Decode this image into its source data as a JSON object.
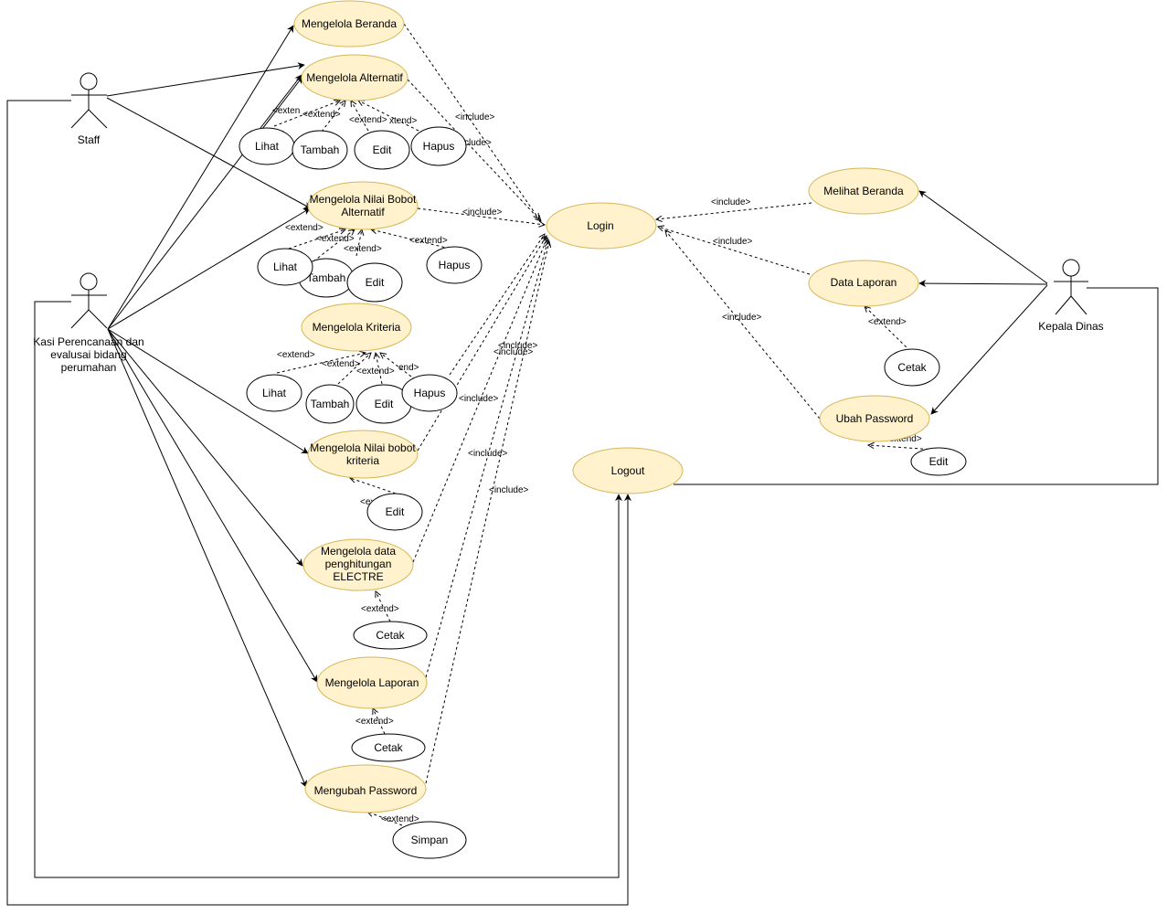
{
  "actors": {
    "staff": "Staff",
    "kasi": [
      "Kasi Perencanaan dan",
      "evalusai bidang",
      "perumahan"
    ],
    "kepala": "Kepala Dinas"
  },
  "use_cases": {
    "beranda": "Mengelola Beranda",
    "alternatif": "Mengelola  Alternatif",
    "nilai_bobot_alt": [
      "Mengelola Nilai Bobot",
      "Alternatif"
    ],
    "kriteria": "Mengelola Kriteria",
    "nilai_bobot_krit": [
      "Mengelola Nilai bobot",
      "kriteria"
    ],
    "electre": [
      "Mengelola data",
      "penghitungan",
      "ELECTRE"
    ],
    "laporan": "Mengelola Laporan",
    "password": "Mengubah Password",
    "login": "Login",
    "logout": "Logout",
    "melihat_beranda": "Melihat Beranda",
    "data_laporan": "Data Laporan",
    "ubah_password": "Ubah Password"
  },
  "extensions": {
    "lihat": "Lihat",
    "tambah": "Tambah",
    "edit": "Edit",
    "hapus": "Hapus",
    "cetak": "Cetak",
    "simpan": "Simpan"
  },
  "relations": {
    "include": "<include>",
    "include_right": "<include>",
    "extend": "<extend>",
    "extend_cut": "<exten",
    "extend_partial": "xtend>",
    "include_partial": "clude>",
    "extend_partial2": "end>"
  }
}
